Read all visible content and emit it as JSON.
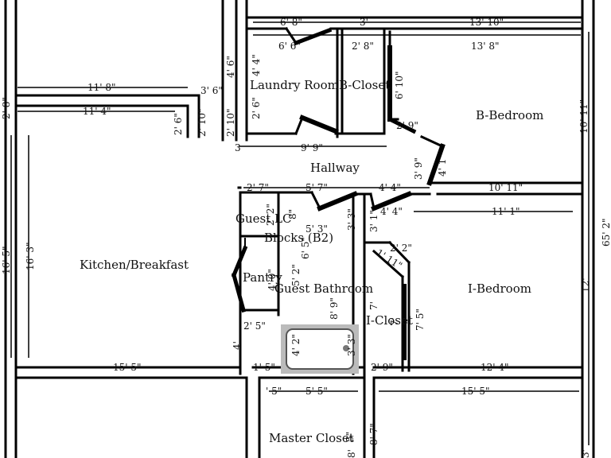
{
  "rooms": {
    "laundry": "Laundry Room",
    "b_closet": "B-Closet",
    "b_bedroom": "B-Bedroom",
    "hallway": "Hallway",
    "kitchen": "Kitchen/Breakfast",
    "guest_lc": "Guest LC",
    "blocks": "Blocks (B2)",
    "pantry": "Pantry",
    "guest_bath": "Guest Bathroom",
    "i_closet": "I-Closet",
    "i_bedroom": "I-Bedroom",
    "master_closet": "Master Closet"
  },
  "dims": {
    "d_6_8": "6' 8\"",
    "d_3_top": "3'",
    "d_13_10": "13' 10\"",
    "d_6_6": "6' 6\"",
    "d_2_8": "2' 8\"",
    "d_13_8": "13' 8\"",
    "d_11_8": "11' 8\"",
    "d_3_6": "3' 6\"",
    "d_11_4": "11' 4\"",
    "d_9_9": "9' 9\"",
    "d_3_small": "3",
    "d_2_9_hall": "2' 9\"",
    "d_2_7": "2' 7\"",
    "d_5_7": "5' 7\"",
    "d_4_4_a": "4' 4\"",
    "d_10_11": "10' 11\"",
    "d_4_4_b": "4' 4\"",
    "d_11_1": "11' 1\"",
    "d_5_3": "5' 3\"",
    "d_2_2": "2' 2\"",
    "d_2_5": "2' 5\"",
    "d_15_5_kitchen": "15' 5\"",
    "d_1_5": "1' 5\"",
    "d_2_9_low": "2' 9\"",
    "d_12_4": "12' 4\"",
    "d_5_small": "' 5\"",
    "d_5_5": "5' 5\"",
    "d_15_5_low": "15' 5\"",
    "v_2_8_left": "2' 8\"",
    "v_16_5": "16' 5\"",
    "v_16_3": "16' 3\"",
    "v_4_6": "4' 6\"",
    "v_4_4": "4' 4\"",
    "v_2_10_a": "2' 10\"",
    "v_2_6_a": "2' 6\"",
    "v_2_6_b": "2' 6\"",
    "v_2_10_b": "2' 10\"",
    "v_6_10": "6' 10\"",
    "v_10_11": "10' 11\"",
    "v_3_9": "3' 9\"",
    "v_4_1": "4' 1",
    "v_65_2": "65' 2\"",
    "v_2_2_lc": "2' 2\"",
    "v_8": "8\"",
    "v_6_5": "6' 5\"",
    "v_3_3_a": "3' 3\"",
    "v_3_1": "3' 1\"",
    "v_1_11": "1' 11\"",
    "v_5_2": "5' 2\"",
    "v_4_0": "4' 0\"",
    "v_8_9": "8' 9\"",
    "v_7_a": "7'",
    "v_7_b": "7'",
    "v_7_5": "7' 5\"",
    "v_12": "12'",
    "v_4": "4'",
    "v_4_2": "4' 2\"",
    "v_3_3_b": "3' 3\"",
    "v_8_7": "8' 7\"",
    "v_5_mc": "5\"",
    "v_8_mc": "8'",
    "v_3_right": "3'"
  }
}
